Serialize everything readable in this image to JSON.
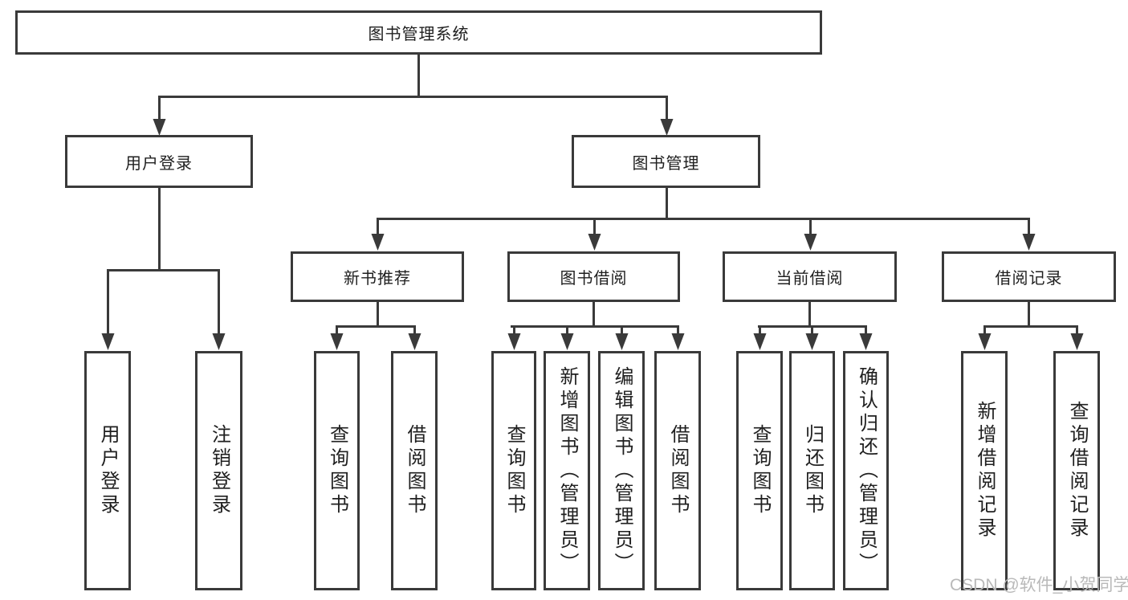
{
  "diagram": {
    "root": "图书管理系统",
    "level2": {
      "user_login": "用户登录",
      "book_mgmt": "图书管理"
    },
    "level3": {
      "new_books": "新书推荐",
      "book_borrow": "图书借阅",
      "current_borrow": "当前借阅",
      "borrow_records": "借阅记录"
    },
    "leaves": {
      "user_login": [
        "用户登录",
        "注销登录"
      ],
      "new_books": [
        "查询图书",
        "借阅图书"
      ],
      "book_borrow": [
        "查询图书",
        "新增图书（管理员）",
        "编辑图书（管理员）",
        "借阅图书"
      ],
      "current_borrow": [
        "查询图书",
        "归还图书",
        "确认归还（管理员）"
      ],
      "borrow_records": [
        "新增借阅记录",
        "查询借阅记录"
      ]
    }
  },
  "watermark": "CSDN @软件_小贺同学",
  "colors": {
    "line": "#3a3a3a",
    "text": "#1f1f1f",
    "watermark": "#b9b9b9",
    "background": "#ffffff"
  }
}
